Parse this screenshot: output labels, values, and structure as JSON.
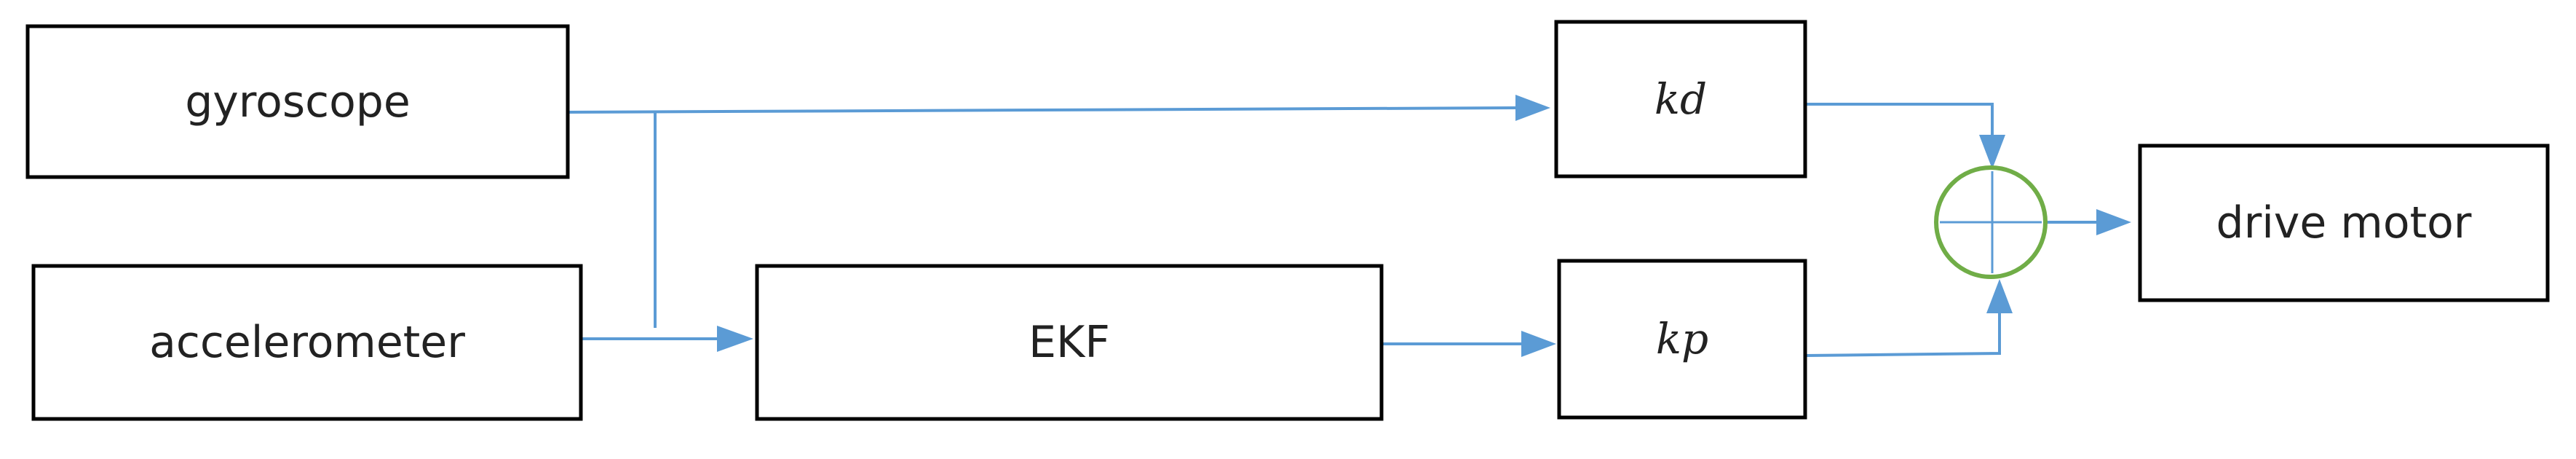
{
  "blocks": {
    "gyroscope": "gyroscope",
    "accelerometer": "accelerometer",
    "ekf": "EKF",
    "kd": "kd",
    "kp": "kp",
    "drive_motor": "drive motor"
  },
  "colors": {
    "wire": "#5b9bd5",
    "sum_junction": "#70ad47",
    "block_border": "#000000"
  }
}
